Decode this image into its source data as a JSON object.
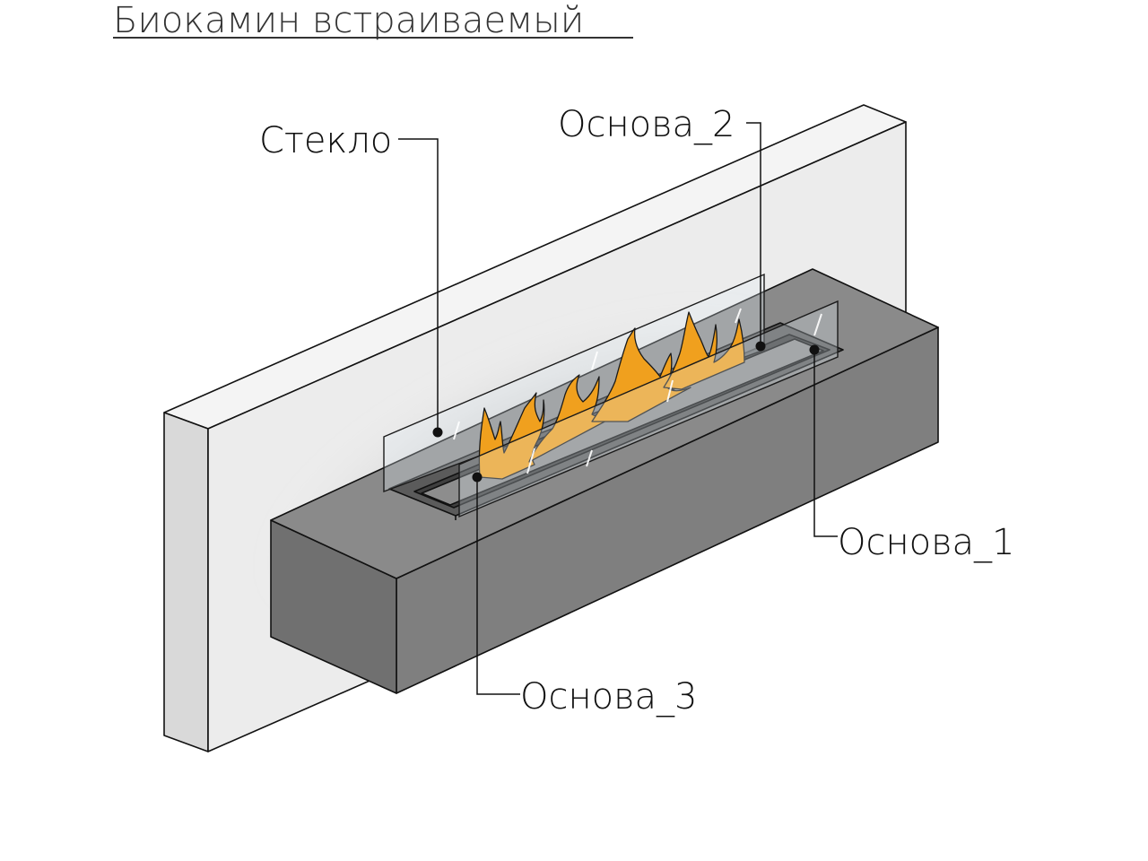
{
  "title": "Биокамин встраиваемый",
  "labels": {
    "glass": "Стекло",
    "base2": "Основа_2",
    "base1": "Основа_1",
    "base3": "Основа_3"
  },
  "colors": {
    "wall": "#ececec",
    "box_front": "#7f7f7f",
    "box_side": "#707070",
    "box_top": "#8a8a8a",
    "tray": "#5b5b5b",
    "flame": "#f0a01e"
  }
}
